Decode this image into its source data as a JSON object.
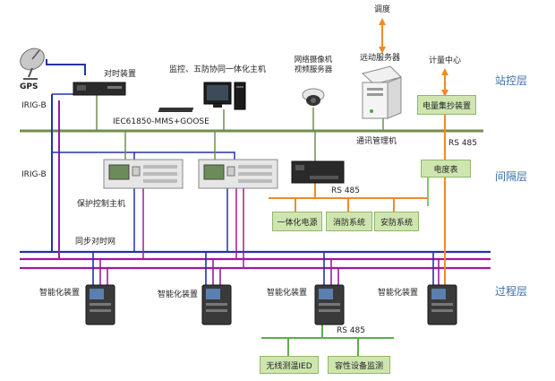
{
  "layers": {
    "station": "站控层",
    "bay": "间隔层",
    "process": "过程层"
  },
  "labels": {
    "gps": "GPS",
    "timing_device": "对时装置",
    "irig_b_top": "IRIG-B",
    "irig_b_mid": "IRIG-B",
    "monitor_host": "监控、五防协同一体化主机",
    "camera_line1": "网络摄像机",
    "camera_line2": "视频服务器",
    "dispatch": "调度",
    "remote_server": "远动服务器",
    "metering_center": "计量中心",
    "bus_protocol": "IEC61850-MMS+GOOSE",
    "comm_manager": "通讯管理机",
    "rs485_bay": "RS 485",
    "rs485_meter": "RS 485",
    "rs485_process": "RS 485",
    "protection_host": "保护控制主机",
    "sync_net": "同步对时网",
    "smart_1": "智能化装置",
    "smart_2": "智能化装置",
    "smart_3": "智能化装置",
    "smart_4": "智能化装置"
  },
  "boxes": {
    "energy_collector": "电量集抄装置",
    "meter": "电度表",
    "ups": "一体化电源",
    "fire": "消防系统",
    "security": "安防系统",
    "wireless_temp": "无线测温IED",
    "capacitive": "容性设备监测"
  },
  "colors": {
    "station_bus": "#6f8f4e",
    "sync_blue": "#2233aa",
    "sync_purple": "#a01a9a",
    "rs485_orange": "#f08a28",
    "rs485_green": "#5cb04a",
    "layer_text": "#3a6fa8",
    "box_fill": "#cfe5b0"
  }
}
